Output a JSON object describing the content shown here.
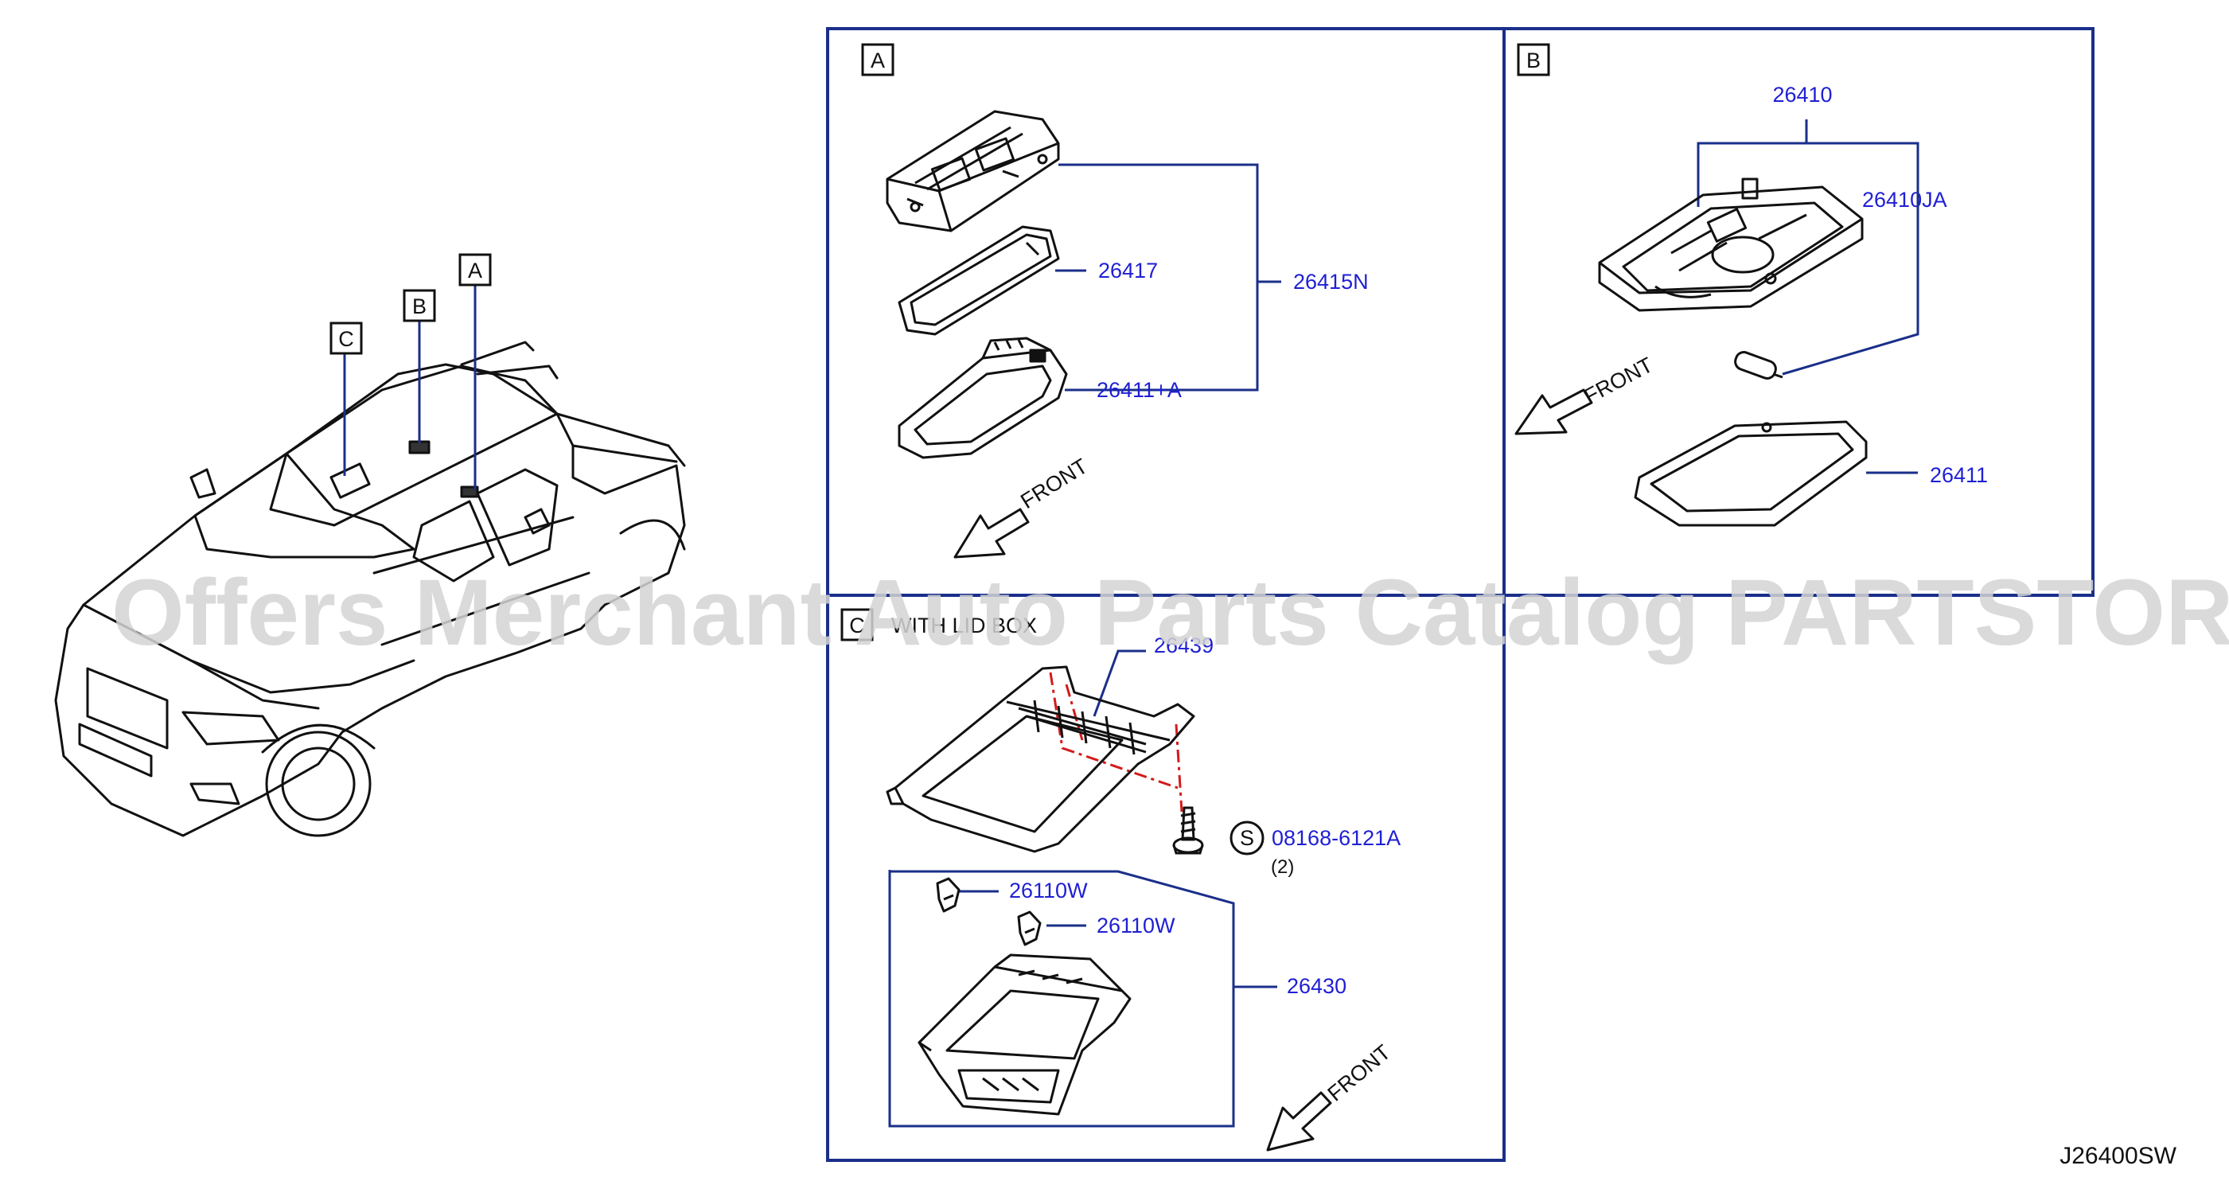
{
  "diagram": {
    "code": "J26400SW",
    "watermark": "Offers Merchant Auto Parts Catalog PARTSTORE.SA",
    "accent_color": "#1f1fd4",
    "frame_color": "#1a2f8a",
    "vehicle_callouts": [
      "C",
      "B",
      "A"
    ],
    "panel_a": {
      "label": "A",
      "parts": {
        "p1": "26417",
        "p2": "26411+A",
        "assembly": "26415N"
      },
      "front": "FRONT"
    },
    "panel_b": {
      "label": "B",
      "parts": {
        "assembly": "26410",
        "bulb": "26410JA",
        "lens": "26411"
      },
      "front": "FRONT"
    },
    "panel_c": {
      "label": "C",
      "title": "WITH LID BOX",
      "parts": {
        "bracket": "26439",
        "screw_symbol": "S",
        "screw": "08168-6121A",
        "screw_qty": "(2)",
        "clip1": "26110W",
        "clip2": "26110W",
        "box": "26430"
      },
      "front": "FRONT"
    }
  }
}
